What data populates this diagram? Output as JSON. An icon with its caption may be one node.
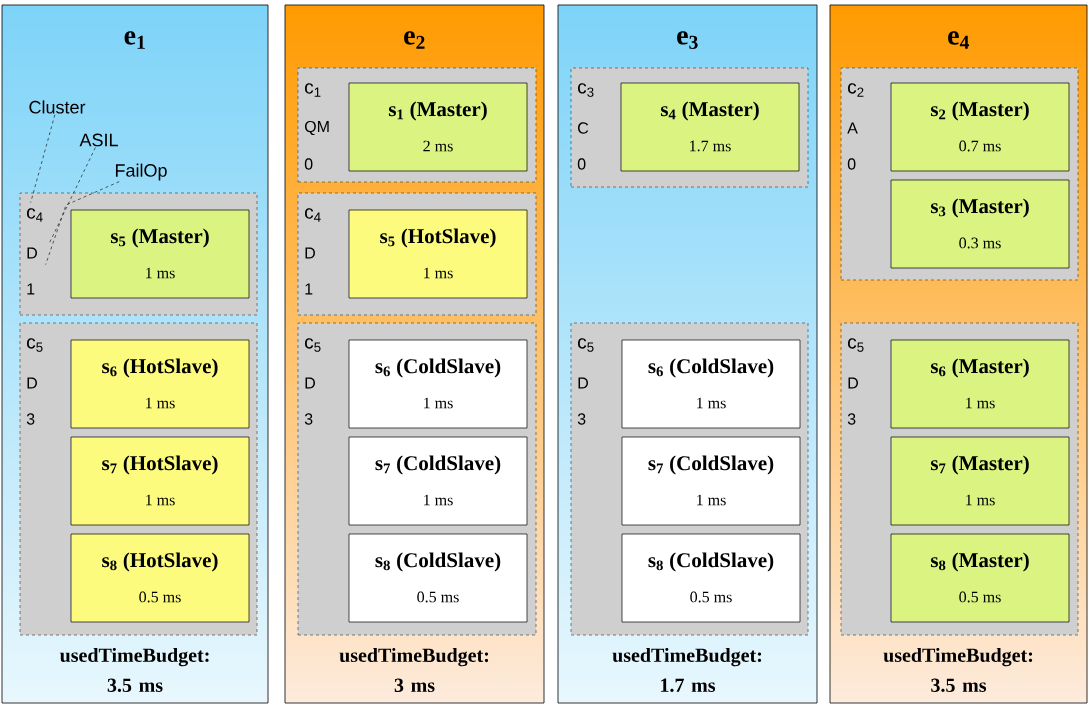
{
  "diagram": {
    "nodes": [
      {
        "text": [
          "e$_{1}$",
          "usedTimeBudget: 3.5 ms"
        ]
      },
      {
        "text": [
          "Cluster"
        ],
        "in": 0
      },
      {
        "text": [
          "ASIL"
        ],
        "in": 0
      },
      {
        "text": [
          "FailOp"
        ],
        "in": 0
      },
      {
        "text": [
          "c$_{4}$",
          "D",
          "1"
        ],
        "in": 0
      },
      {
        "text": [
          "s$_{5}$ (Master)",
          "1 ms"
        ],
        "in": 4
      },
      {
        "text": [
          "c$_{5}$",
          "D",
          "3"
        ],
        "in": 0
      },
      {
        "text": [
          "s$_{6}$ (HotSlave)",
          "1 ms"
        ],
        "in": 6
      },
      {
        "text": [
          "s$_{7}$ (HotSlave)",
          "1 ms"
        ],
        "in": 6
      },
      {
        "text": [
          "s$_{8}$ (HotSlave)",
          "0.5 ms"
        ],
        "in": 6
      },
      {
        "text": [
          "e$_{2}$",
          "usedTimeBudget: 3 ms"
        ]
      },
      {
        "text": [
          "c$_{1}$",
          "QM",
          "0"
        ],
        "in": 10
      },
      {
        "text": [
          "s$_{1}$ (Master)",
          "2 ms"
        ],
        "in": 11
      },
      {
        "text": [
          "c$_{4}$",
          "D",
          "1"
        ],
        "in": 10
      },
      {
        "text": [
          "s$_{5}$ (HotSlave)",
          "1 ms"
        ],
        "in": 13
      },
      {
        "text": [
          "c$_{5}$",
          "D",
          "3"
        ],
        "in": 10
      },
      {
        "text": [
          "s$_{6}$ (ColdSlave)",
          "1 ms"
        ],
        "in": 15
      },
      {
        "text": [
          "s$_{7}$ (ColdSlave)",
          "1 ms"
        ],
        "in": 15
      },
      {
        "text": [
          "s$_{8}$ (ColdSlave)",
          "0.5 ms"
        ],
        "in": 15
      },
      {
        "text": [
          "e$_{3}$",
          "usedTimeBudget: 1.7 ms"
        ]
      },
      {
        "text": [
          "c$_{3}$",
          "C",
          "0"
        ],
        "in": 19
      },
      {
        "text": [
          "s$_{4}$ (Master)",
          "1.7 ms"
        ],
        "in": 20
      },
      {
        "text": [
          "c$_{5}$",
          "D",
          "3"
        ],
        "in": 19
      },
      {
        "text": [
          "s$_{6}$ (ColdSlave)",
          "1 ms"
        ],
        "in": 22
      },
      {
        "text": [
          "s$_{7}$ (ColdSlave)",
          "1 ms"
        ],
        "in": 22
      },
      {
        "text": [
          "s$_{8}$ (ColdSlave)",
          "0.5 ms"
        ],
        "in": 22
      },
      {
        "text": [
          "e$_{4}$",
          "usedTimeBudget: 3.5 ms"
        ]
      },
      {
        "text": [
          "c$_{2}$",
          "A",
          "0"
        ],
        "in": 26
      },
      {
        "text": [
          "s$_{2}$ (Master)",
          "0.7 ms"
        ],
        "in": 27
      },
      {
        "text": [
          "s$_{3}$ (Master)",
          "0.3 ms"
        ],
        "in": 27
      },
      {
        "text": [
          "c$_{5}$",
          "D",
          "3"
        ],
        "in": 26
      },
      {
        "text": [
          "s$_{6}$ (Master)",
          "1 ms"
        ],
        "in": 30
      },
      {
        "text": [
          "s$_{7}$ (Master)",
          "1 ms"
        ],
        "in": 30
      },
      {
        "text": [
          "s$_{8}$ (Master)",
          "0.5 ms"
        ],
        "in": 30
      }
    ],
    "edges": [
      {
        "from": 1,
        "to": 4,
        "arrow": "none",
        "style": "dashed"
      },
      {
        "from": 2,
        "to": 4,
        "arrow": "none",
        "style": "dashed"
      },
      {
        "from": 3,
        "to": 4,
        "arrow": "none",
        "style": "dashed"
      }
    ]
  }
}
